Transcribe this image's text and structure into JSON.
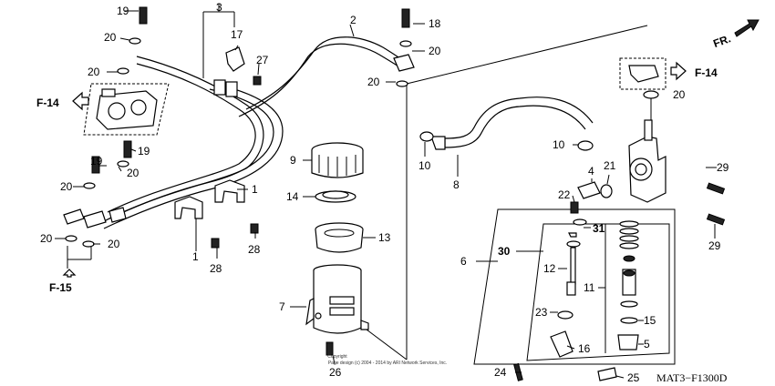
{
  "diagram": {
    "callouts": {
      "c1": "1",
      "c1b": "1",
      "c2": "2",
      "c3": "3",
      "c4": "4",
      "c5": "5",
      "c6": "6",
      "c7": "7",
      "c8": "8",
      "c9": "9",
      "c10a": "10",
      "c10b": "10",
      "c11": "11",
      "c12": "12",
      "c13": "13",
      "c14": "14",
      "c15": "15",
      "c16": "16",
      "c17": "17",
      "c18": "18",
      "c19a": "19",
      "c19b": "19",
      "c19c": "19",
      "c20a": "20",
      "c20b": "20",
      "c20c": "20",
      "c20d": "20",
      "c20e": "20",
      "c20f": "20",
      "c20g": "20",
      "c20h": "20",
      "c20i": "20",
      "c21": "21",
      "c22": "22",
      "c23": "23",
      "c24": "24",
      "c25": "25",
      "c26": "26",
      "c27": "27",
      "c28a": "28",
      "c28b": "28",
      "c29a": "29",
      "c29b": "29",
      "c30": "30",
      "c31": "31"
    },
    "refs": {
      "f14_left": "F-14",
      "f14_right": "F-14",
      "f15": "F-15",
      "fr": "FR."
    },
    "diagram_code": "MAT3−F1300D",
    "copyright_line1": "Copyright",
    "copyright_line2": "Page design (c) 2004 - 2014 by ARI Network Services, Inc."
  }
}
